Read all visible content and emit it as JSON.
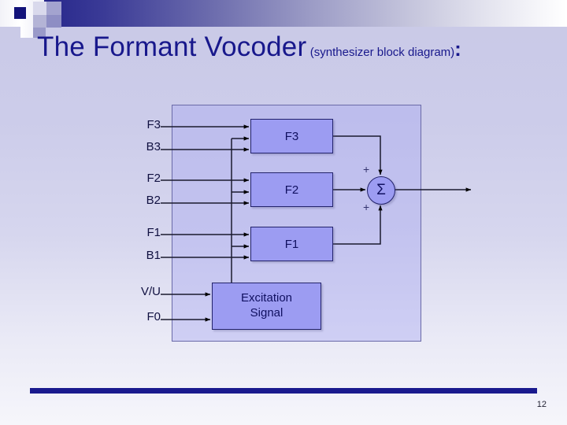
{
  "slide": {
    "title_main": "The Formant Vocoder",
    "title_sub": "(synthesizer block diagram)",
    "title_colon": ":",
    "page_number": "12",
    "accent_color": "#1a1a8e",
    "title_color": "#18188c",
    "box_fill_color": "#9c9cf2",
    "panel_fill_color": "#aaaaf0"
  },
  "diagram": {
    "type": "block-diagram",
    "boxes": [
      {
        "id": "f3",
        "label": "F3"
      },
      {
        "id": "f2",
        "label": "F2"
      },
      {
        "id": "f1",
        "label": "F1"
      },
      {
        "id": "excitation",
        "label_line1": "Excitation",
        "label_line2": "Signal"
      }
    ],
    "summing_junction": {
      "symbol": "Σ",
      "sign_top": "+",
      "sign_bottom": "+"
    },
    "input_labels": [
      {
        "id": "f3",
        "label": "F3"
      },
      {
        "id": "b3",
        "label": "B3"
      },
      {
        "id": "f2",
        "label": "F2"
      },
      {
        "id": "b2",
        "label": "B2"
      },
      {
        "id": "f1",
        "label": "F1"
      },
      {
        "id": "b1",
        "label": "B1"
      },
      {
        "id": "vu",
        "label": "V/U"
      },
      {
        "id": "f0",
        "label": "F0"
      }
    ]
  }
}
